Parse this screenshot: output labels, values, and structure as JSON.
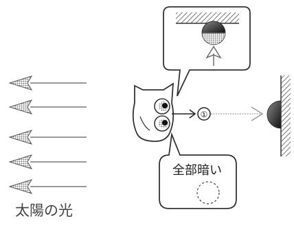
{
  "sun_label": "太陽の光",
  "bubble_bottom_text": "全部暗い",
  "marker_label": "①",
  "colors": {
    "ink": "#333333",
    "hatch": "#555555",
    "arrow_gray": "#aaaaaa",
    "background": "#ffffff"
  },
  "icons": [
    "light-arrow",
    "owl",
    "speech-bubble",
    "half-moon",
    "hatched-wall"
  ]
}
